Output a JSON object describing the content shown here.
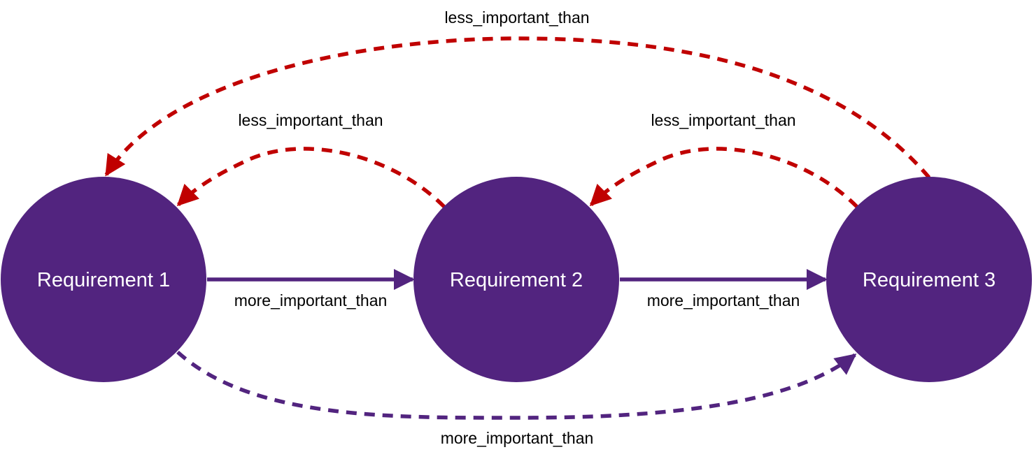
{
  "nodes": [
    {
      "id": "req1",
      "label": "Requirement 1"
    },
    {
      "id": "req2",
      "label": "Requirement 2"
    },
    {
      "id": "req3",
      "label": "Requirement 3"
    }
  ],
  "edges": [
    {
      "id": "e1",
      "from": "req1",
      "to": "req2",
      "label": "more_important_than",
      "style": "solid"
    },
    {
      "id": "e2",
      "from": "req2",
      "to": "req3",
      "label": "more_important_than",
      "style": "solid"
    },
    {
      "id": "e3",
      "from": "req1",
      "to": "req3",
      "label": "more_important_than",
      "style": "dashed"
    },
    {
      "id": "e4",
      "from": "req2",
      "to": "req1",
      "label": "less_important_than",
      "style": "dashed"
    },
    {
      "id": "e5",
      "from": "req3",
      "to": "req2",
      "label": "less_important_than",
      "style": "dashed"
    },
    {
      "id": "e6",
      "from": "req3",
      "to": "req1",
      "label": "less_important_than",
      "style": "dashed"
    }
  ],
  "colors": {
    "node_fill": "#52247f",
    "more_edge": "#52247f",
    "less_edge": "#c00000",
    "node_text": "#ffffff",
    "edge_text": "#000000"
  }
}
